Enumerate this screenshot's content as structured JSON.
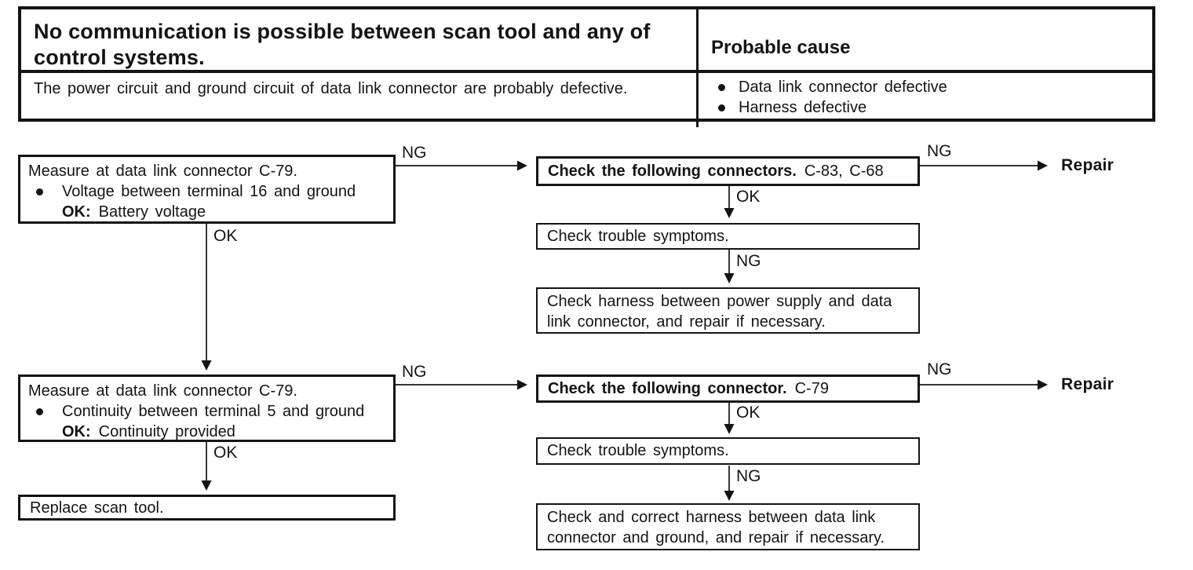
{
  "header_table": {
    "problem_title": "No communication is possible between scan tool and any of control systems.",
    "probable_cause_heading": "Probable cause",
    "comment": "The power circuit and ground circuit of data link connector are probably defective.",
    "causes": [
      "Data link connector defective",
      "Harness defective"
    ]
  },
  "flowchart": {
    "measure_voltage_box": {
      "title": "Measure at data link connector C-79.",
      "bullet_text": "Voltage between terminal 16 and ground",
      "ok_prefix": "OK:",
      "ok_result": "Battery voltage"
    },
    "check_connectors_box": {
      "bold_text": "Check the following connectors.",
      "detail": "C-83, C-68"
    },
    "check_trouble_symptoms_1": "Check trouble symptoms.",
    "check_harness_power_box": "Check harness between power supply and data link connector, and repair if necessary.",
    "measure_continuity_box": {
      "title": "Measure at data link connector C-79.",
      "bullet_text": "Continuity between terminal 5 and ground",
      "ok_prefix": "OK:",
      "ok_result": "Continuity provided"
    },
    "check_connector_box": {
      "bold_text": "Check the following connector.",
      "detail": "C-79"
    },
    "check_trouble_symptoms_2": "Check trouble symptoms.",
    "check_harness_ground_box": "Check and correct harness between data link connector and ground, and repair if necessary.",
    "replace_scan_tool_box": "Replace scan tool.",
    "labels": {
      "ng_measure_voltage": "NG",
      "ng_check_connectors": "NG",
      "ok_check_connectors": "OK",
      "ng_trouble_1": "NG",
      "ok_measure_voltage": "OK",
      "ng_measure_continuity": "NG",
      "ng_check_connector": "NG",
      "ok_check_connector": "OK",
      "ng_trouble_2": "NG",
      "ok_measure_continuity": "OK",
      "repair_1": "Repair",
      "repair_2": "Repair"
    }
  },
  "colors": {
    "ink": "#141414",
    "background": "#ffffff"
  }
}
